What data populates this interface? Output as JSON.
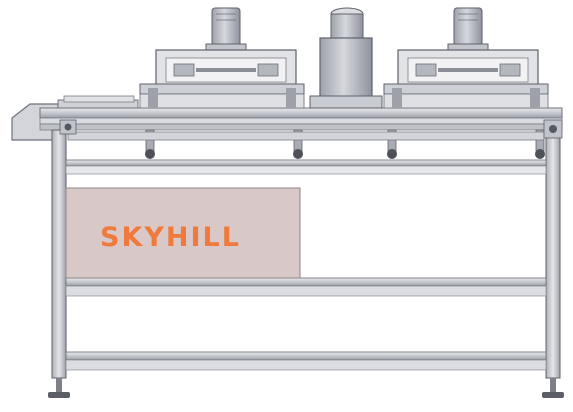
{
  "brand": {
    "text": "SKYHILL",
    "color": "#f07a3c"
  },
  "colors": {
    "frame": "#c9cbd2",
    "frame_dark": "#8a8d96",
    "frame_light": "#e3e4e8",
    "motor": "#b4b6bf",
    "panel": "#d8c9c8",
    "background": "#ffffff"
  },
  "machine": {
    "description_icon": "machine-illustration",
    "brand_panel_icon": "logo-panel"
  }
}
